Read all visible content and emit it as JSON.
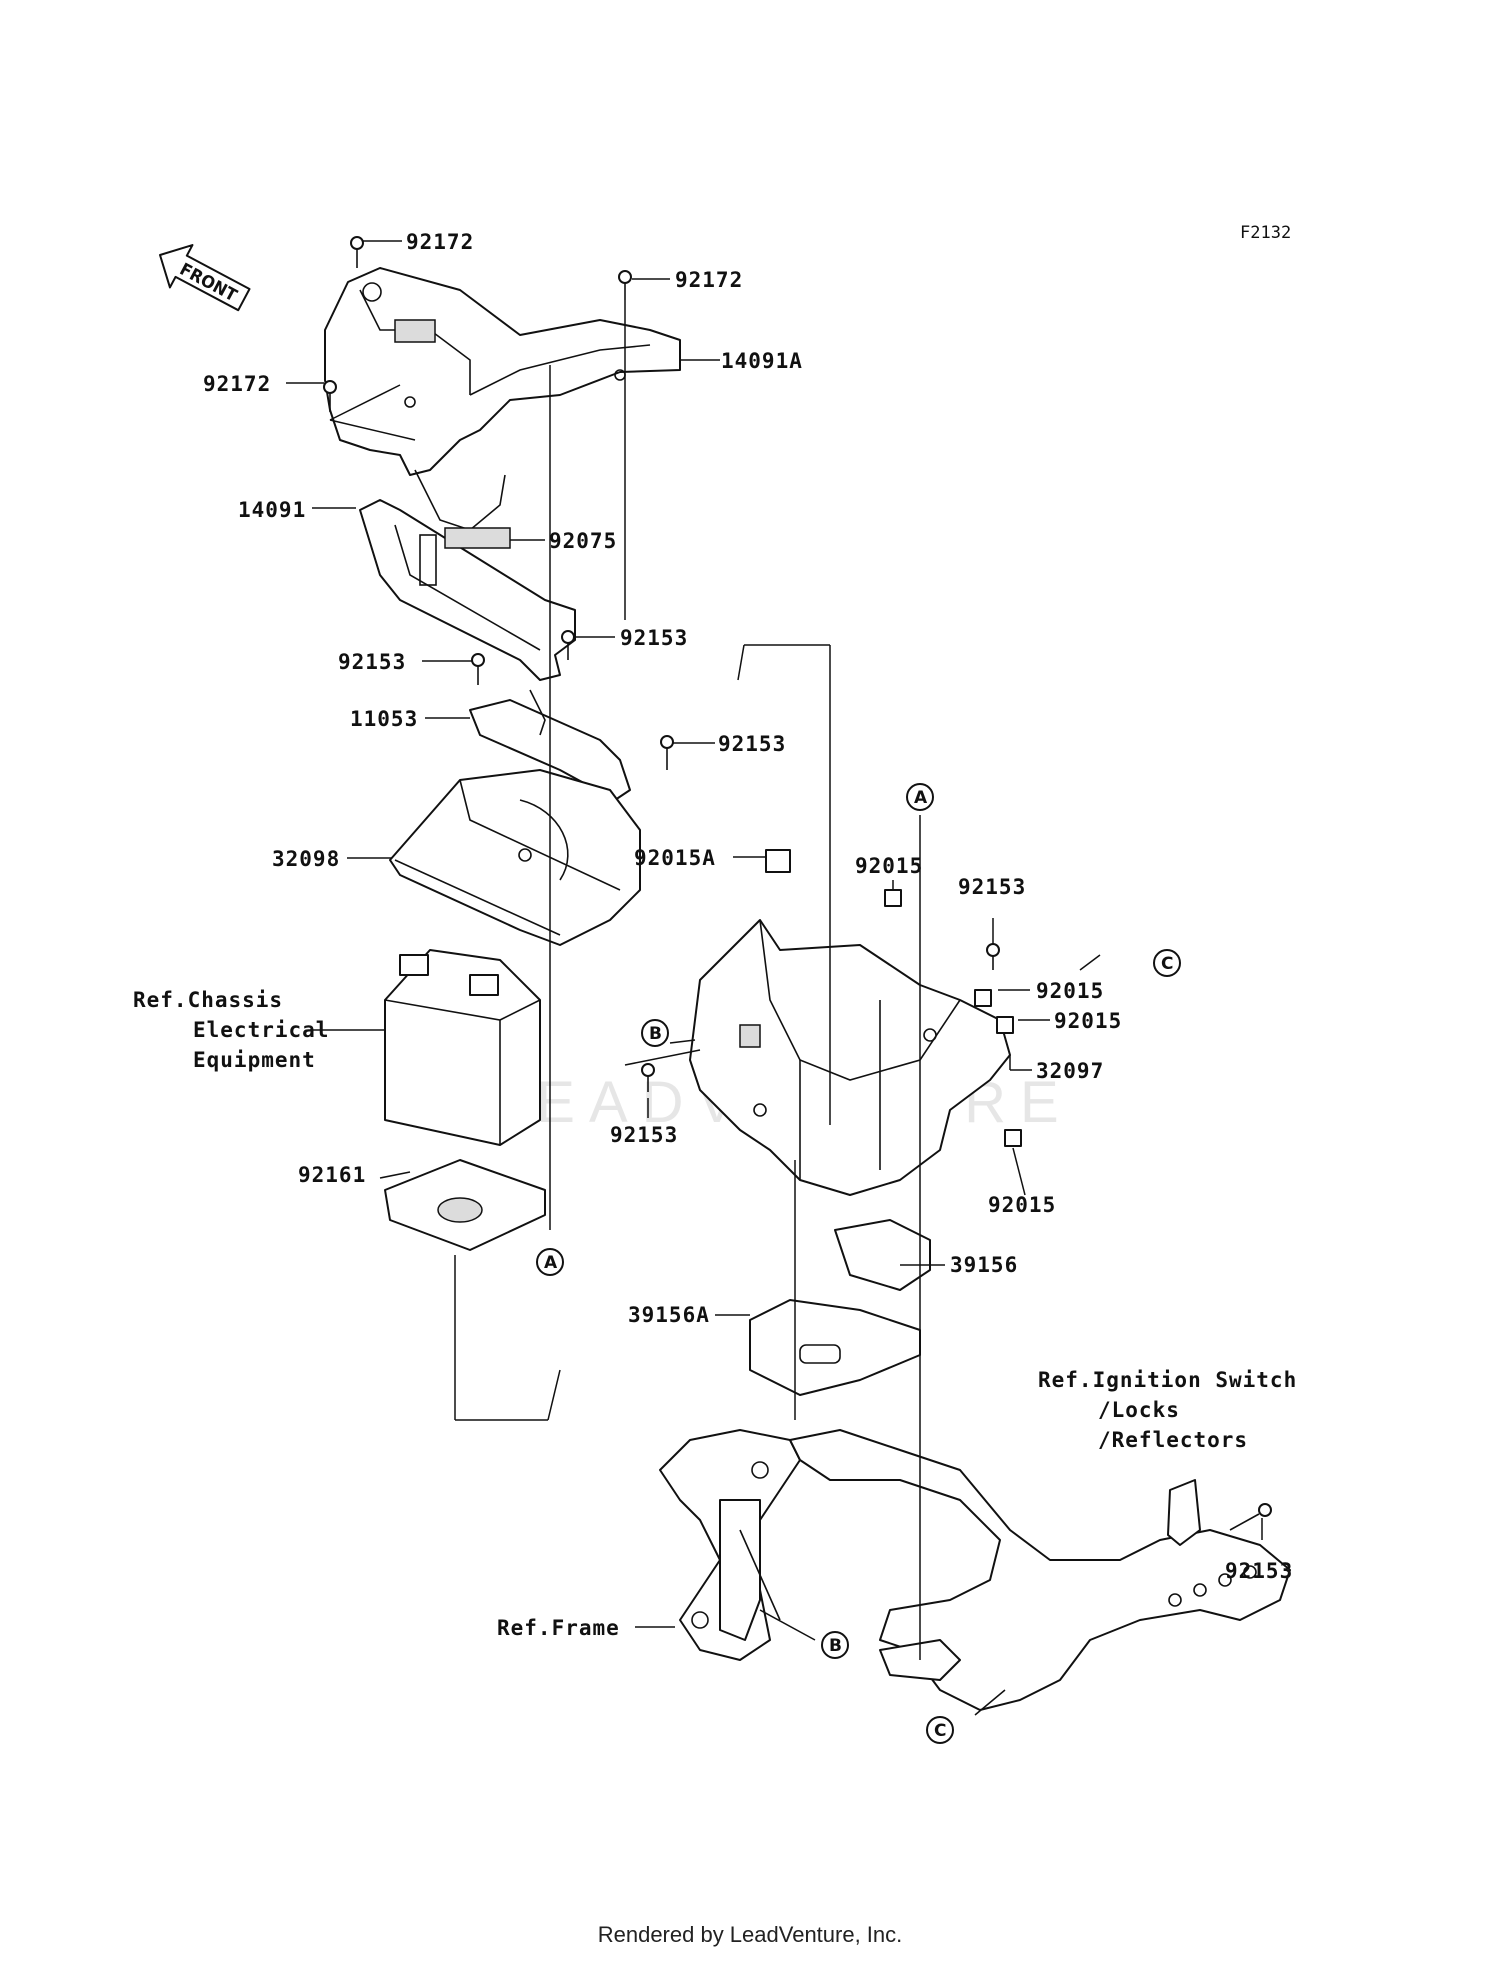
{
  "figure_code": "F2132",
  "front_label": "FRONT",
  "watermark": "LEADVENTURE",
  "footer": "Rendered by LeadVenture, Inc.",
  "parts": {
    "p92172_top": "92172",
    "p92172_mid": "92172",
    "p92172_left": "92172",
    "p14091A": "14091A",
    "p14091": "14091",
    "p92075": "92075",
    "p92153_a": "92153",
    "p92153_b": "92153",
    "p11053": "11053",
    "p92153_c": "92153",
    "p32098": "32098",
    "p92015A": "92015A",
    "p92015_a": "92015",
    "p92153_d": "92153",
    "p92015_b": "92015",
    "p92015_c": "92015",
    "p32097": "32097",
    "p92153_e": "92153",
    "p92015_d": "92015",
    "p92161": "92161",
    "p39156": "39156",
    "p39156A": "39156A",
    "p92153_f": "92153"
  },
  "refs": {
    "chassis": [
      "Ref.Chassis",
      "Electrical",
      "Equipment"
    ],
    "ignition": [
      "Ref.Ignition Switch",
      "/Locks",
      "/Reflectors"
    ],
    "frame": "Ref.Frame"
  },
  "markers": {
    "a_top": "A",
    "a_bottom": "A",
    "b_left": "B",
    "b_bottom": "B",
    "c_right": "C",
    "c_bottom": "C"
  }
}
